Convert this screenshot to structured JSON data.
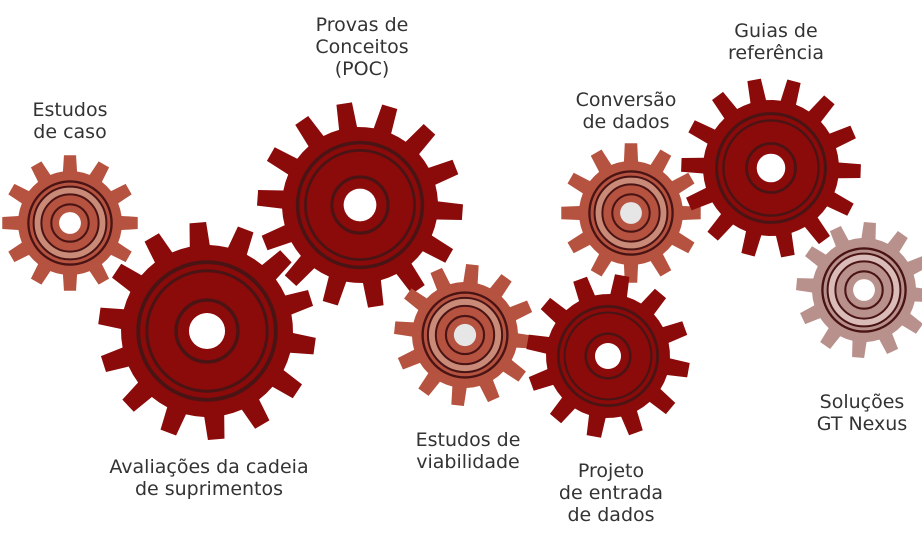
{
  "colors": {
    "dark_red": "#8b0a0a",
    "rust": "#b55340",
    "mauve": "#b8908c",
    "ring_dark": "#4a1414",
    "ring_rust_light": "#c98a78",
    "ring_mauve_light": "#d9bcb8",
    "hub_light": "#e6e6e6",
    "hub_white": "#ffffff",
    "text": "#333333"
  },
  "gears": [
    {
      "id": "estudos-de-caso",
      "style": "rust",
      "hub": "white",
      "label": [
        "Estudos",
        "de caso"
      ]
    },
    {
      "id": "avaliacoes-cadeia",
      "style": "dark_red",
      "hub": "white",
      "label": [
        "Avaliações da cadeia",
        "de suprimentos"
      ]
    },
    {
      "id": "provas-de-conceitos",
      "style": "dark_red",
      "hub": "white",
      "label": [
        "Provas de",
        "Conceitos",
        "(POC)"
      ]
    },
    {
      "id": "estudos-de-viabilidade",
      "style": "rust",
      "hub": "light",
      "label": [
        "Estudos de",
        "viabilidade"
      ]
    },
    {
      "id": "conversao-de-dados",
      "style": "rust",
      "hub": "light",
      "label": [
        "Conversão",
        "de dados"
      ]
    },
    {
      "id": "projeto-entrada-dados",
      "style": "dark_red",
      "hub": "white",
      "label": [
        "Projeto",
        "de entrada",
        "de dados"
      ]
    },
    {
      "id": "guias-de-referencia",
      "style": "dark_red",
      "hub": "white",
      "label": [
        "Guias de",
        "referência"
      ]
    },
    {
      "id": "solucoes-gt-nexus",
      "style": "mauve",
      "hub": "white",
      "label": [
        "Soluções",
        "GT Nexus"
      ]
    }
  ]
}
